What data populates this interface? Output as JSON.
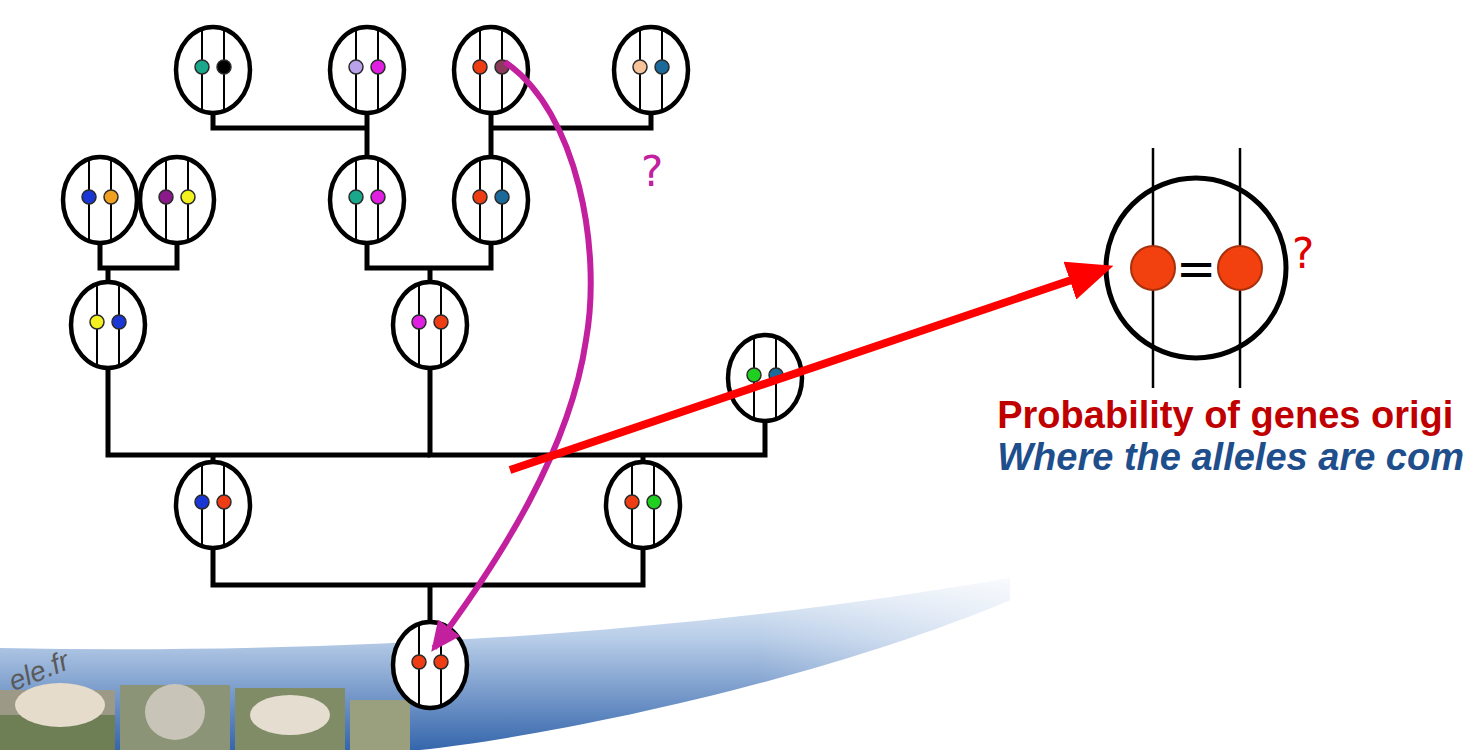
{
  "diagram": {
    "labels": [
      "?",
      "=",
      "?",
      "Probability of genes origi",
      "Where the alleles are com",
      "ele.fr"
    ]
  }
}
